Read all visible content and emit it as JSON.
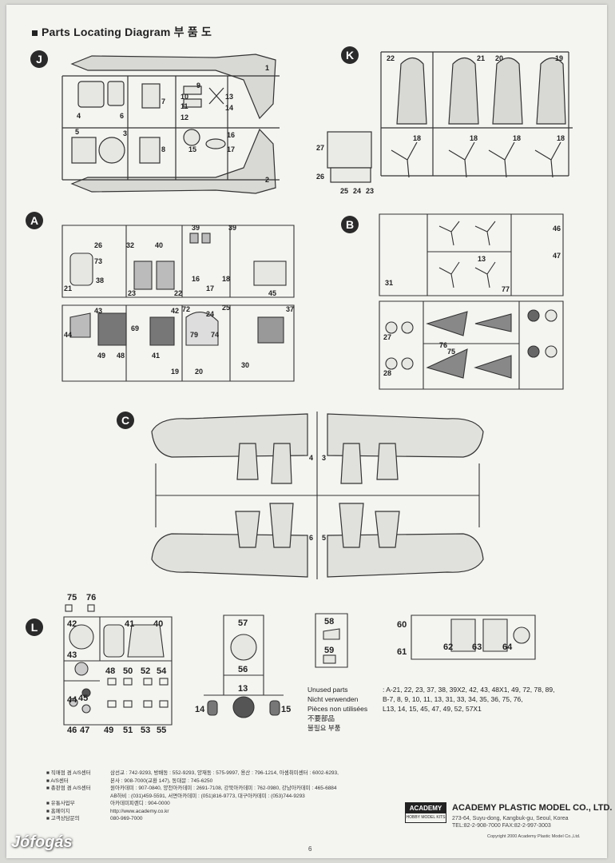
{
  "title": "Parts Locating Diagram 부 품 도",
  "sections": {
    "J": {
      "tag": "J",
      "labels": [
        "1",
        "2",
        "3",
        "4",
        "5",
        "6",
        "7",
        "8",
        "9",
        "10",
        "11",
        "12",
        "13",
        "14",
        "15",
        "16",
        "17"
      ]
    },
    "K": {
      "tag": "K",
      "labels": [
        "22",
        "21",
        "20",
        "19",
        "18",
        "18",
        "18",
        "18",
        "27",
        "26",
        "25",
        "24",
        "23"
      ]
    },
    "A": {
      "tag": "A",
      "labels": [
        "26",
        "32",
        "39",
        "39",
        "40",
        "21",
        "73",
        "23",
        "22",
        "16",
        "17",
        "18",
        "45",
        "38",
        "43",
        "42",
        "44",
        "69",
        "72",
        "24",
        "25",
        "37",
        "49",
        "48",
        "41",
        "19",
        "20",
        "79",
        "74",
        "30"
      ]
    },
    "B": {
      "tag": "B",
      "labels": [
        "13",
        "31",
        "77",
        "46",
        "47",
        "76",
        "75",
        "27",
        "28"
      ]
    },
    "C": {
      "tag": "C",
      "labels": [
        "4",
        "3",
        "6",
        "5"
      ]
    },
    "L": {
      "tag": "L",
      "labels": [
        "75",
        "76",
        "42",
        "41",
        "40",
        "43",
        "48",
        "50",
        "52",
        "54",
        "44",
        "45",
        "46",
        "47",
        "49",
        "51",
        "53",
        "55",
        "57",
        "56",
        "13",
        "14",
        "15",
        "58",
        "59",
        "60",
        "61",
        "62",
        "63",
        "64"
      ]
    }
  },
  "unused": {
    "heading_en": "Unused parts",
    "heading_de": "Nicht verwenden",
    "heading_fr": "Pièces non utilisées",
    "heading_cn": "不要部品",
    "heading_kr": "불필요 부품",
    "line1": ": A-21, 22, 23, 37, 38, 39X2, 42, 43, 48X1, 49, 72, 78, 89,",
    "line2": "B-7, 8, 9, 10, 11, 13, 31, 33, 34, 35, 36, 75, 76,",
    "line3": "L13, 14, 15, 45, 47, 49, 52, 57X1"
  },
  "contact": [
    {
      "k": "■ 직매점 겸 A/S센터",
      "v": "삼선교 : 742-9293, 방배동 : 552-9293, 양재동 : 575-9997, 용산 : 796-1214, 아셈취미센터 : 6002-6293,"
    },
    {
      "k": "■ A/S센터",
      "v": "본사 : 908-7000(교환 147), 동대문 : 745-6250"
    },
    {
      "k": "■ 총판점 겸 A/S센터",
      "v": "원아카데미 : 907-0840, 양천아카데미 : 2691-7108, 강북아카데미 : 762-0980, 강남아카데미 : 465-6884"
    },
    {
      "k": "",
      "v": "AB하비 : (031)459-5591, 서면아카데미 : (051)816-9773, 대구아카데미 : (053)744-9293"
    },
    {
      "k": "■ 유통사업부",
      "v": "아카데미피렌디 : 904-0000"
    },
    {
      "k": "■ 홈페이지",
      "v": "http://www.academy.co.kr"
    },
    {
      "k": "■ 고객상담문의",
      "v": "080-969-7000"
    }
  ],
  "logo": {
    "top": "ACADEMY",
    "bottom": "HOBBY MODEL KITS"
  },
  "company": "ACADEMY PLASTIC MODEL CO., LTD.",
  "address": [
    "273-64, Suyu-dong, Kangbuk-gu, Seoul, Korea",
    "TEL:82-2-908-7000  FAX:82-2-997-3003"
  ],
  "copyright": "Copyright 2000 Academy Plastic Model Co.,Ltd.",
  "page_number": "6",
  "watermark": "Jófogás"
}
